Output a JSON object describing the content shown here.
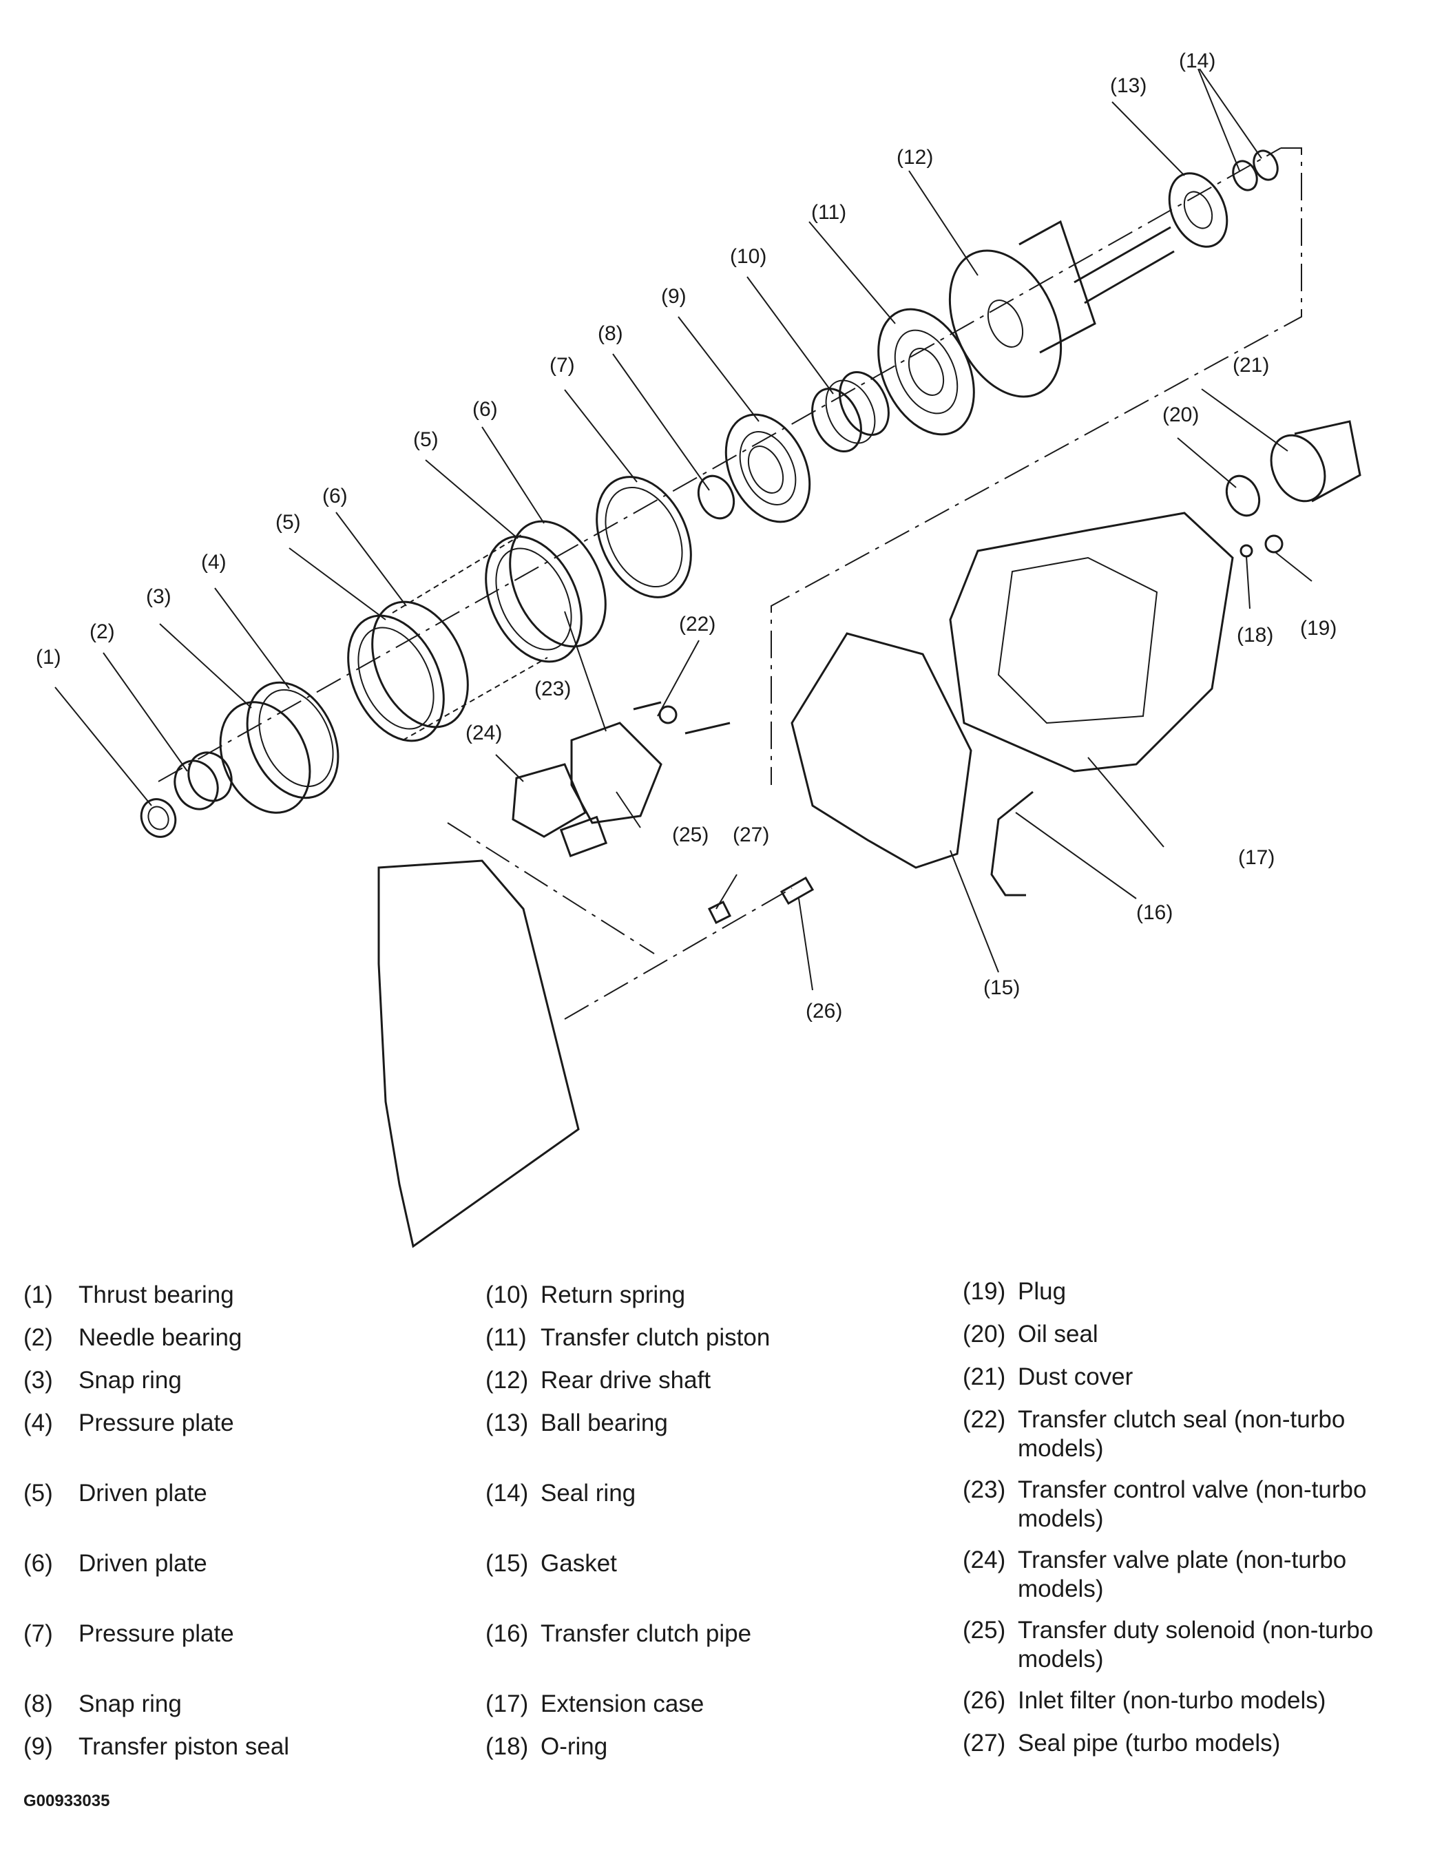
{
  "figure_code": "G00933035",
  "callouts": [
    "(1)",
    "(2)",
    "(3)",
    "(4)",
    "(5)",
    "(6)",
    "(5)",
    "(6)",
    "(7)",
    "(8)",
    "(9)",
    "(10)",
    "(11)",
    "(12)",
    "(13)",
    "(14)",
    "(15)",
    "(16)",
    "(17)",
    "(18)",
    "(19)",
    "(20)",
    "(21)",
    "(22)",
    "(23)",
    "(24)",
    "(25)",
    "(26)",
    "(27)"
  ],
  "legend": [
    {
      "num": "(1)",
      "label": "Thrust bearing"
    },
    {
      "num": "(2)",
      "label": "Needle bearing"
    },
    {
      "num": "(3)",
      "label": "Snap ring"
    },
    {
      "num": "(4)",
      "label": "Pressure plate"
    },
    {
      "num": "(5)",
      "label": "Driven plate"
    },
    {
      "num": "(6)",
      "label": "Driven plate"
    },
    {
      "num": "(7)",
      "label": "Pressure plate"
    },
    {
      "num": "(8)",
      "label": "Snap ring"
    },
    {
      "num": "(9)",
      "label": "Transfer piston seal"
    },
    {
      "num": "(10)",
      "label": "Return spring"
    },
    {
      "num": "(11)",
      "label": "Transfer clutch piston"
    },
    {
      "num": "(12)",
      "label": "Rear drive shaft"
    },
    {
      "num": "(13)",
      "label": "Ball bearing"
    },
    {
      "num": "(14)",
      "label": "Seal ring"
    },
    {
      "num": "(15)",
      "label": "Gasket"
    },
    {
      "num": "(16)",
      "label": "Transfer clutch pipe"
    },
    {
      "num": "(17)",
      "label": "Extension case"
    },
    {
      "num": "(18)",
      "label": "O-ring"
    },
    {
      "num": "(19)",
      "label": "Plug"
    },
    {
      "num": "(20)",
      "label": "Oil seal"
    },
    {
      "num": "(21)",
      "label": "Dust cover"
    },
    {
      "num": "(22)",
      "label": "Transfer clutch seal (non-turbo models)"
    },
    {
      "num": "(23)",
      "label": "Transfer control valve (non-turbo models)"
    },
    {
      "num": "(24)",
      "label": "Transfer valve plate (non-turbo models)"
    },
    {
      "num": "(25)",
      "label": "Transfer duty solenoid (non-turbo models)"
    },
    {
      "num": "(26)",
      "label": "Inlet filter (non-turbo models)"
    },
    {
      "num": "(27)",
      "label": "Seal pipe (turbo models)"
    }
  ]
}
